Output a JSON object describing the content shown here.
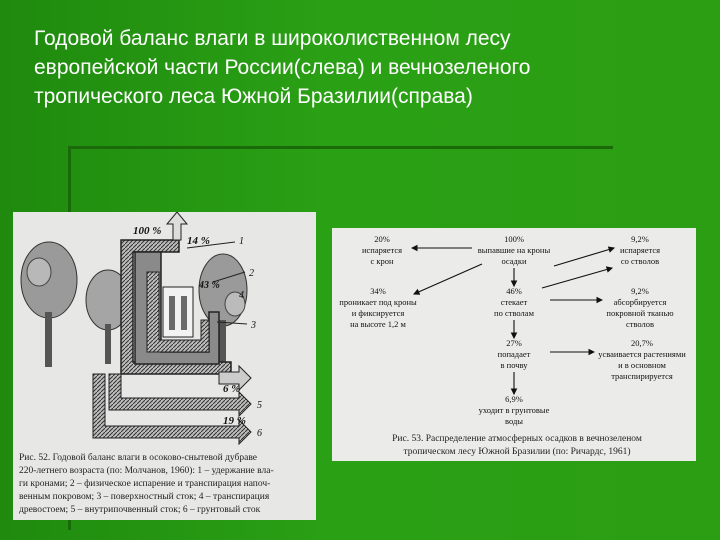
{
  "title_lines": [
    "Годовой баланс влаги в широколиственном лесу",
    "европейской части России(слева) и вечнозеленого",
    "тропического леса Южной Бразилии(справа)"
  ],
  "left_figure": {
    "labels": {
      "top": "100 %",
      "l1": "14 %",
      "l2": "43 %",
      "l3": "6 %",
      "l4": "19 %",
      "n1": "1",
      "n2": "2",
      "n3": "3",
      "n4": "4",
      "n5": "5",
      "n6": "6"
    },
    "caption_lines": [
      "Рис. 52. Годовой баланс влаги в осоково-снытевой дубраве",
      "220-летнего возраста (по: Молчанов, 1960): 1 – удержание вла-",
      "ги кронами; 2 – физическое испарение и транспирация напоч-",
      "венным покровом; 3 – поверхностный сток; 4 – транспирация",
      "древостоем; 5 – внутрипочвенный сток; 6 – грунтовый сток"
    ]
  },
  "right_figure": {
    "nodes": {
      "a_pct": "20%",
      "a_l1": "испаряется",
      "a_l2": "с крон",
      "b_pct": "100%",
      "b_l1": "выпавшие на кроны",
      "b_l2": "осадки",
      "c_pct": "9,2%",
      "c_l1": "испаряется",
      "c_l2": "со стволов",
      "d_pct": "34%",
      "d_l1": "проникает под кроны",
      "d_l2": "и фиксируется",
      "d_l3": "на высоте 1,2 м",
      "e_pct": "46%",
      "e_l1": "стекает",
      "e_l2": "по стволам",
      "f_pct": "9,2%",
      "f_l1": "абсорбируется",
      "f_l2": "покровной тканью",
      "f_l3": "стволов",
      "g_pct": "27%",
      "g_l1": "попадает",
      "g_l2": "в почву",
      "h_pct": "20,7%",
      "h_l1": "усваивается растениями",
      "h_l2": "и в основном",
      "h_l3": "транспирируется",
      "i_pct": "6,9%",
      "i_l1": "уходит в грунтовые",
      "i_l2": "воды"
    },
    "caption_lines": [
      "Рис. 53. Распределение атмосферных осадков в вечнозеленом",
      "тропическом лесу Южной Бразилии (по: Ричардс, 1961)"
    ]
  }
}
